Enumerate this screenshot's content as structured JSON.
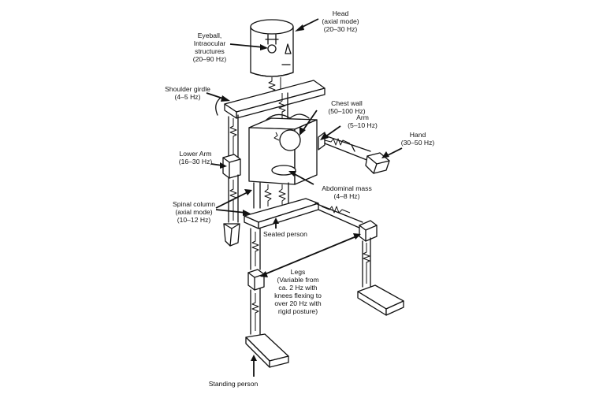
{
  "labels": {
    "head": [
      "Head",
      "(axial mode)",
      "(20–30 Hz)"
    ],
    "eyeball": [
      "Eyeball,",
      "Intraocular",
      "structures",
      "(20–90 Hz)"
    ],
    "shoulder": [
      "Shoulder girdle",
      "(4–5 Hz)"
    ],
    "chest": [
      "Chest wall",
      "(50–100 Hz)"
    ],
    "arm": [
      "Arm",
      "(5–10 Hz)"
    ],
    "hand": [
      "Hand",
      "(30–50 Hz)"
    ],
    "lower_arm": [
      "Lower Arm",
      "(16–30 Hz)"
    ],
    "abdominal": [
      "Abdominal mass",
      "(4–8 Hz)"
    ],
    "spinal": [
      "Spinal column",
      "(axial mode)",
      "(10–12 Hz)"
    ],
    "seated": [
      "Seated person"
    ],
    "legs": [
      "Legs",
      "(Variable from",
      "ca. 2 Hz with",
      "knees flexing to",
      "over 20 Hz with",
      "rigid posture)"
    ],
    "standing": [
      "Standing person"
    ]
  }
}
